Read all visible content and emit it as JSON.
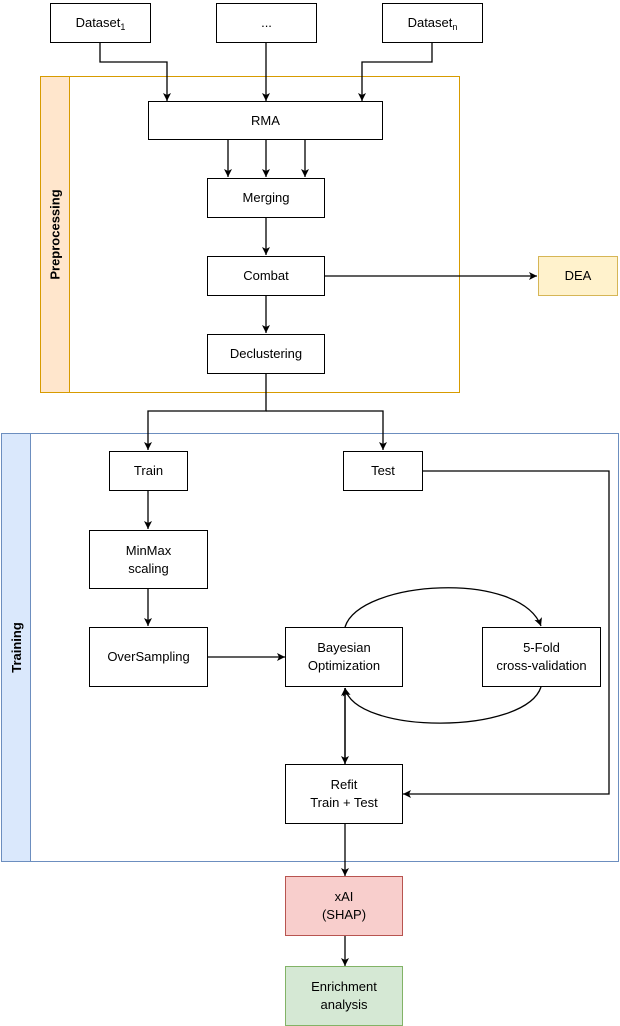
{
  "groups": {
    "preprocessing": {
      "label": "Preprocessing",
      "border_color": "#d79b00",
      "band_fill": "#ffe6cc"
    },
    "training": {
      "label": "Training",
      "border_color": "#6c8ebf",
      "band_fill": "#dae8fc"
    }
  },
  "nodes": {
    "dataset_1": {
      "label": "Dataset",
      "subscript": "1"
    },
    "dataset_ellipsis": {
      "label": "..."
    },
    "dataset_n": {
      "label": "Dataset",
      "subscript": "n"
    },
    "rma": {
      "label": "RMA"
    },
    "merging": {
      "label": "Merging"
    },
    "combat": {
      "label": "Combat"
    },
    "dea": {
      "label": "DEA",
      "fill": "#fff2cc",
      "border": "#d6b656"
    },
    "declustering": {
      "label": "Declustering"
    },
    "train": {
      "label": "Train"
    },
    "test": {
      "label": "Test"
    },
    "minmax": {
      "label": "MinMax\nscaling"
    },
    "oversampling": {
      "label": "OverSampling"
    },
    "bayesian": {
      "label": "Bayesian\nOptimization"
    },
    "cv": {
      "label": "5-Fold\ncross-validation"
    },
    "refit": {
      "label": "Refit\nTrain + Test"
    },
    "xai": {
      "label": "xAI\n(SHAP)",
      "fill": "#f8cecc",
      "border": "#b85450"
    },
    "enrichment": {
      "label": "Enrichment\nanalysis",
      "fill": "#d5e8d4",
      "border": "#82b366"
    }
  }
}
